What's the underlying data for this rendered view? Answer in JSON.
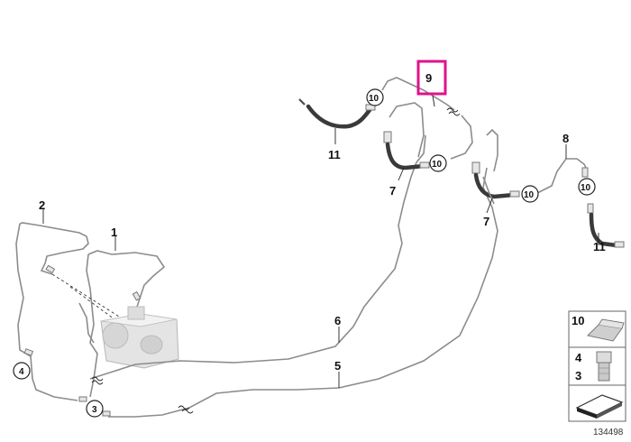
{
  "diagram": {
    "callouts": {
      "c1": "1",
      "c2": "2",
      "c3": "3",
      "c4": "4",
      "c5": "5",
      "c6": "6",
      "c7a": "7",
      "c7b": "7",
      "c8": "8",
      "c9": "9",
      "c10a": "10",
      "c10b": "10",
      "c10c": "10",
      "c10d": "10",
      "c11a": "11",
      "c11b": "11"
    },
    "legend": {
      "row1_label": "10",
      "row2_label_top": "4",
      "row2_label_bottom": "3"
    },
    "diagram_id": "134498",
    "highlight_color": "#e0128c"
  }
}
